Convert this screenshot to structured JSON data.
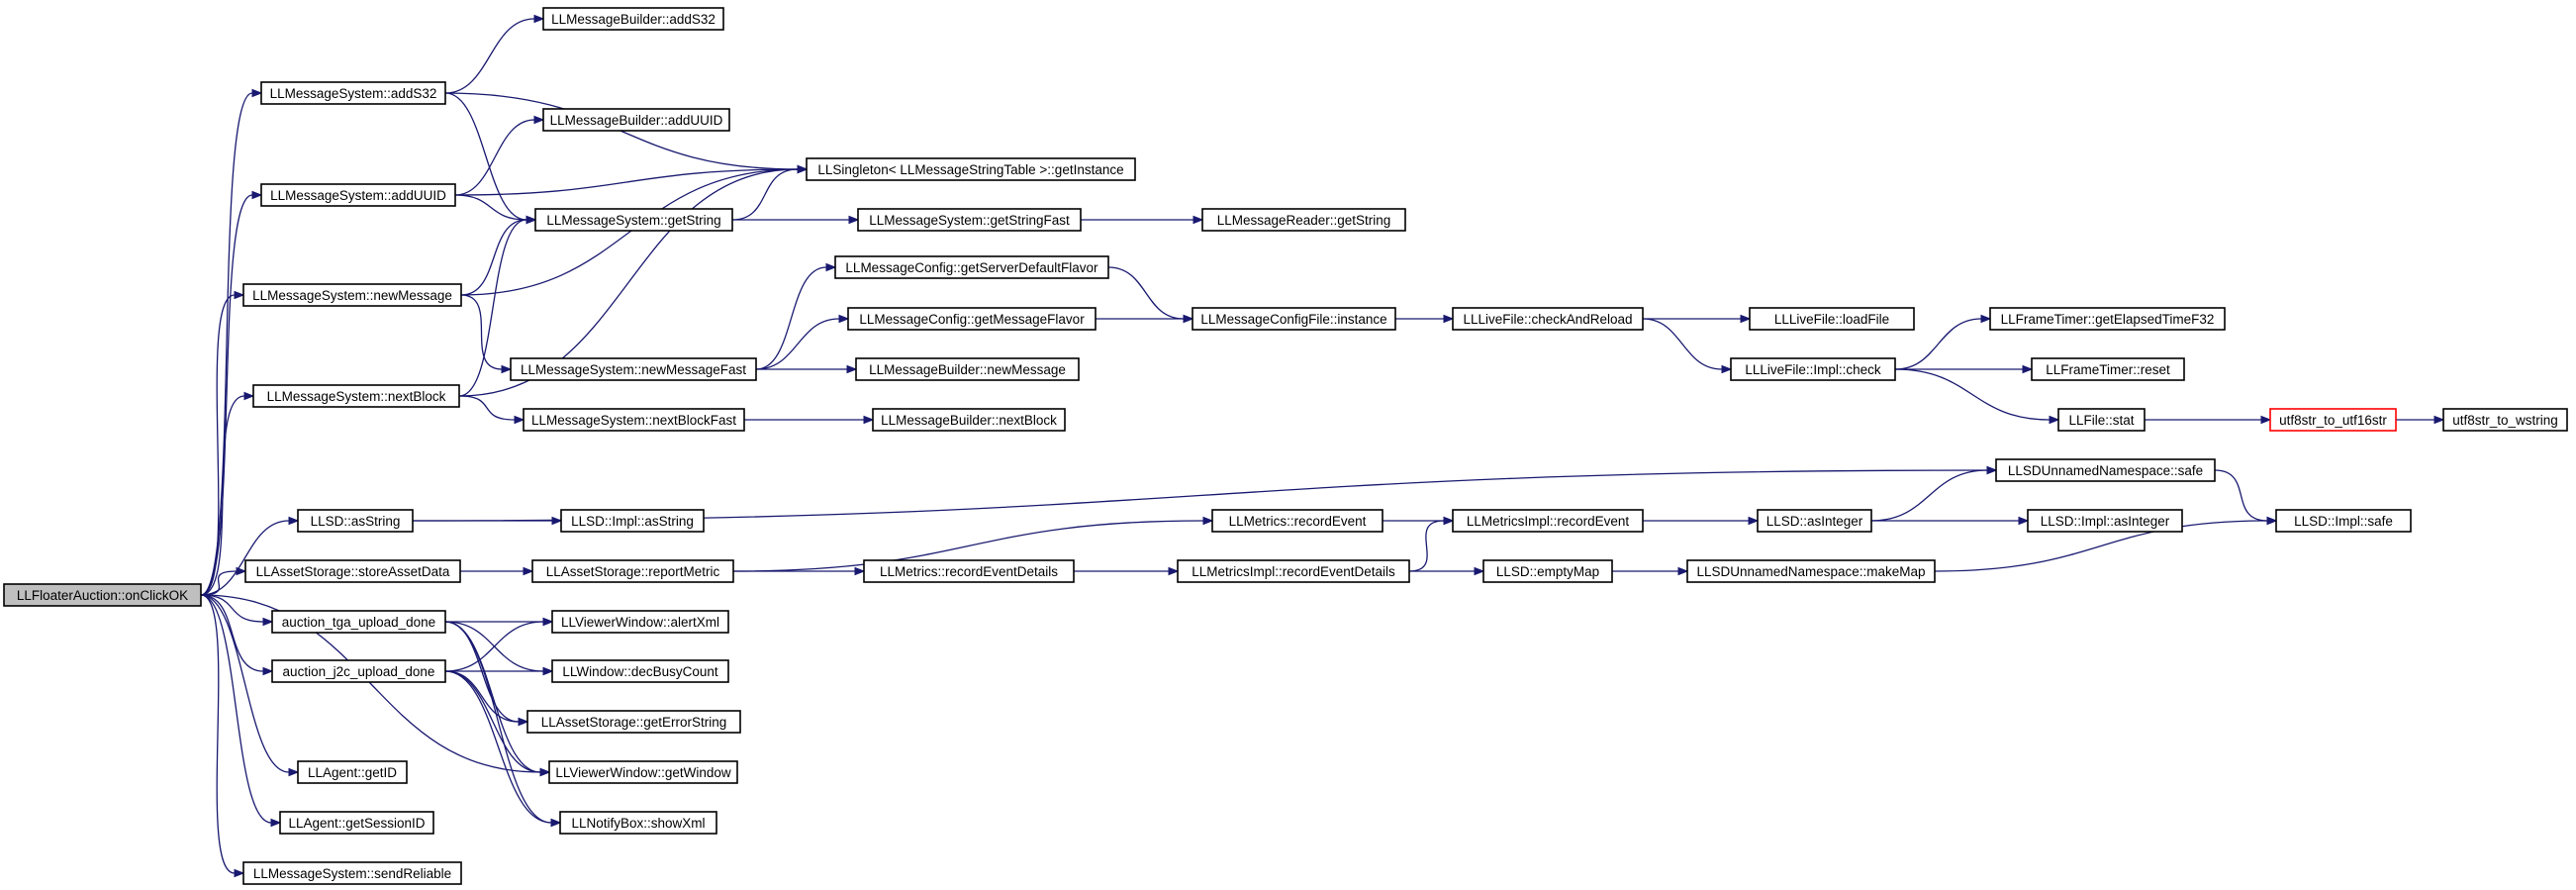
{
  "graph": {
    "colors": {
      "edge": "#191970",
      "node_border": "#000000",
      "root_fill": "#bfbfbf",
      "truncated_border": "#ff0000"
    },
    "nodes": [
      {
        "id": "root",
        "label": "LLFloaterAuction::onClickOK",
        "style": "root"
      },
      {
        "id": "ms_addS32",
        "label": "LLMessageSystem::addS32"
      },
      {
        "id": "mb_addS32",
        "label": "LLMessageBuilder::addS32"
      },
      {
        "id": "mb_addUUID",
        "label": "LLMessageBuilder::addUUID"
      },
      {
        "id": "singleton",
        "label": "LLSingleton< LLMessageStringTable >::getInstance"
      },
      {
        "id": "ms_addUUID",
        "label": "LLMessageSystem::addUUID"
      },
      {
        "id": "ms_getString",
        "label": "LLMessageSystem::getString"
      },
      {
        "id": "ms_getStringFast",
        "label": "LLMessageSystem::getStringFast"
      },
      {
        "id": "mr_getString",
        "label": "LLMessageReader::getString"
      },
      {
        "id": "mc_getServerDefaultFlavor",
        "label": "LLMessageConfig::getServerDefaultFlavor"
      },
      {
        "id": "ms_newMessage",
        "label": "LLMessageSystem::newMessage"
      },
      {
        "id": "mc_getMessageFlavor",
        "label": "LLMessageConfig::getMessageFlavor"
      },
      {
        "id": "mcf_instance",
        "label": "LLMessageConfigFile::instance"
      },
      {
        "id": "lf_checkAndReload",
        "label": "LLLiveFile::checkAndReload"
      },
      {
        "id": "lf_loadFile",
        "label": "LLLiveFile::loadFile"
      },
      {
        "id": "ft_getElapsed",
        "label": "LLFrameTimer::getElapsedTimeF32"
      },
      {
        "id": "ms_newMessageFast",
        "label": "LLMessageSystem::newMessageFast"
      },
      {
        "id": "mb_newMessage",
        "label": "LLMessageBuilder::newMessage"
      },
      {
        "id": "lfi_check",
        "label": "LLLiveFile::Impl::check"
      },
      {
        "id": "ft_reset",
        "label": "LLFrameTimer::reset"
      },
      {
        "id": "ms_nextBlock",
        "label": "LLMessageSystem::nextBlock"
      },
      {
        "id": "ms_nextBlockFast",
        "label": "LLMessageSystem::nextBlockFast"
      },
      {
        "id": "mb_nextBlock",
        "label": "LLMessageBuilder::nextBlock"
      },
      {
        "id": "file_stat",
        "label": "LLFile::stat"
      },
      {
        "id": "utf8_16",
        "label": "utf8str_to_utf16str",
        "style": "trunc"
      },
      {
        "id": "utf8_w",
        "label": "utf8str_to_wstring"
      },
      {
        "id": "llsd_safe_ns",
        "label": "LLSDUnnamedNamespace::safe"
      },
      {
        "id": "llsd_asString",
        "label": "LLSD::asString"
      },
      {
        "id": "llsdi_asString",
        "label": "LLSD::Impl::asString"
      },
      {
        "id": "metrics_recordEvent",
        "label": "LLMetrics::recordEvent"
      },
      {
        "id": "mi_recordEvent",
        "label": "LLMetricsImpl::recordEvent"
      },
      {
        "id": "llsd_asInteger",
        "label": "LLSD::asInteger"
      },
      {
        "id": "llsdi_asInteger",
        "label": "LLSD::Impl::asInteger"
      },
      {
        "id": "llsdi_safe",
        "label": "LLSD::Impl::safe"
      },
      {
        "id": "as_storeAssetData",
        "label": "LLAssetStorage::storeAssetData"
      },
      {
        "id": "as_reportMetric",
        "label": "LLAssetStorage::reportMetric"
      },
      {
        "id": "metrics_recordEventDetails",
        "label": "LLMetrics::recordEventDetails"
      },
      {
        "id": "mi_recordEventDetails",
        "label": "LLMetricsImpl::recordEventDetails"
      },
      {
        "id": "llsd_emptyMap",
        "label": "LLSD::emptyMap"
      },
      {
        "id": "llsd_makeMap",
        "label": "LLSDUnnamedNamespace::makeMap"
      },
      {
        "id": "tga_done",
        "label": "auction_tga_upload_done"
      },
      {
        "id": "vw_alertXml",
        "label": "LLViewerWindow::alertXml"
      },
      {
        "id": "j2c_done",
        "label": "auction_j2c_upload_done"
      },
      {
        "id": "win_decBusy",
        "label": "LLWindow::decBusyCount"
      },
      {
        "id": "as_getErrorString",
        "label": "LLAssetStorage::getErrorString"
      },
      {
        "id": "agent_getID",
        "label": "LLAgent::getID"
      },
      {
        "id": "vw_getWindow",
        "label": "LLViewerWindow::getWindow"
      },
      {
        "id": "agent_getSessionID",
        "label": "LLAgent::getSessionID"
      },
      {
        "id": "nb_showXml",
        "label": "LLNotifyBox::showXml"
      },
      {
        "id": "ms_sendReliable",
        "label": "LLMessageSystem::sendReliable"
      }
    ],
    "edges": [
      [
        "root",
        "ms_addS32"
      ],
      [
        "root",
        "ms_addUUID"
      ],
      [
        "root",
        "ms_newMessage"
      ],
      [
        "root",
        "ms_nextBlock"
      ],
      [
        "root",
        "llsd_asString"
      ],
      [
        "root",
        "as_storeAssetData"
      ],
      [
        "root",
        "tga_done"
      ],
      [
        "root",
        "j2c_done"
      ],
      [
        "root",
        "vw_getWindow"
      ],
      [
        "root",
        "agent_getID"
      ],
      [
        "root",
        "agent_getSessionID"
      ],
      [
        "root",
        "ms_sendReliable"
      ],
      [
        "ms_addS32",
        "mb_addS32"
      ],
      [
        "ms_addS32",
        "singleton"
      ],
      [
        "ms_addS32",
        "ms_getString"
      ],
      [
        "ms_addUUID",
        "mb_addUUID"
      ],
      [
        "ms_addUUID",
        "singleton"
      ],
      [
        "ms_addUUID",
        "ms_getString"
      ],
      [
        "ms_newMessage",
        "ms_getString"
      ],
      [
        "ms_newMessage",
        "singleton"
      ],
      [
        "ms_newMessage",
        "ms_newMessageFast"
      ],
      [
        "ms_nextBlock",
        "ms_getString"
      ],
      [
        "ms_nextBlock",
        "singleton"
      ],
      [
        "ms_nextBlock",
        "ms_nextBlockFast"
      ],
      [
        "ms_getString",
        "singleton"
      ],
      [
        "ms_getString",
        "ms_getStringFast"
      ],
      [
        "ms_getStringFast",
        "mr_getString"
      ],
      [
        "ms_newMessageFast",
        "mc_getServerDefaultFlavor"
      ],
      [
        "ms_newMessageFast",
        "mc_getMessageFlavor"
      ],
      [
        "ms_newMessageFast",
        "mb_newMessage"
      ],
      [
        "mc_getServerDefaultFlavor",
        "mcf_instance"
      ],
      [
        "mc_getMessageFlavor",
        "mcf_instance"
      ],
      [
        "mcf_instance",
        "lf_checkAndReload"
      ],
      [
        "lf_checkAndReload",
        "lf_loadFile"
      ],
      [
        "lf_checkAndReload",
        "lfi_check"
      ],
      [
        "lfi_check",
        "ft_getElapsed"
      ],
      [
        "lfi_check",
        "ft_reset"
      ],
      [
        "lfi_check",
        "file_stat"
      ],
      [
        "file_stat",
        "utf8_16"
      ],
      [
        "utf8_16",
        "utf8_w"
      ],
      [
        "ms_nextBlockFast",
        "mb_nextBlock"
      ],
      [
        "llsd_asString",
        "llsd_safe_ns"
      ],
      [
        "llsd_asString",
        "llsdi_asString"
      ],
      [
        "as_storeAssetData",
        "as_reportMetric"
      ],
      [
        "as_reportMetric",
        "metrics_recordEvent"
      ],
      [
        "as_reportMetric",
        "metrics_recordEventDetails"
      ],
      [
        "metrics_recordEvent",
        "mi_recordEvent"
      ],
      [
        "metrics_recordEventDetails",
        "mi_recordEventDetails"
      ],
      [
        "mi_recordEventDetails",
        "mi_recordEvent"
      ],
      [
        "mi_recordEventDetails",
        "llsd_emptyMap"
      ],
      [
        "mi_recordEvent",
        "llsd_asInteger"
      ],
      [
        "llsd_asInteger",
        "llsd_safe_ns"
      ],
      [
        "llsd_asInteger",
        "llsdi_asInteger"
      ],
      [
        "llsd_safe_ns",
        "llsdi_safe"
      ],
      [
        "llsd_emptyMap",
        "llsd_makeMap"
      ],
      [
        "llsd_makeMap",
        "llsdi_safe"
      ],
      [
        "tga_done",
        "vw_alertXml"
      ],
      [
        "tga_done",
        "win_decBusy"
      ],
      [
        "tga_done",
        "as_getErrorString"
      ],
      [
        "tga_done",
        "vw_getWindow"
      ],
      [
        "tga_done",
        "nb_showXml"
      ],
      [
        "j2c_done",
        "vw_alertXml"
      ],
      [
        "j2c_done",
        "win_decBusy"
      ],
      [
        "j2c_done",
        "as_getErrorString"
      ],
      [
        "j2c_done",
        "vw_getWindow"
      ],
      [
        "j2c_done",
        "nb_showXml"
      ]
    ]
  }
}
